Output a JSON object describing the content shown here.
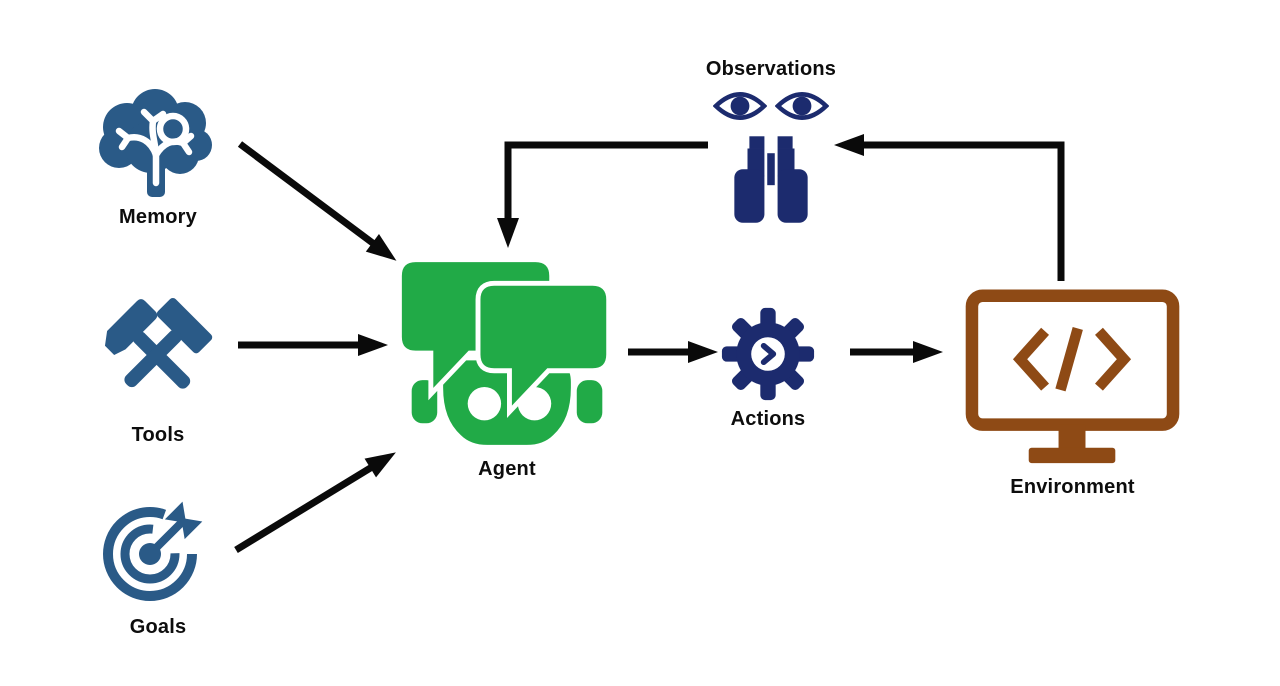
{
  "colors": {
    "blue": "#2A5A87",
    "navy": "#1C2B6E",
    "green": "#21AA47",
    "brown": "#8E4A15",
    "arrow": "#0A0A0A",
    "label": "#0D0D0D",
    "bg": "#FFFFFF"
  },
  "nodes": {
    "memory": {
      "label": "Memory",
      "icon": "brain-icon"
    },
    "tools": {
      "label": "Tools",
      "icon": "crossed-hammers-icon"
    },
    "goals": {
      "label": "Goals",
      "icon": "target-dart-icon"
    },
    "agent": {
      "label": "Agent",
      "icon": "robot-chat-icon"
    },
    "actions": {
      "label": "Actions",
      "icon": "gear-chevron-icon"
    },
    "environment": {
      "label": "Environment",
      "icon": "code-monitor-icon"
    },
    "observations": {
      "label": "Observations",
      "icon": "eyes-binoculars-icon"
    }
  },
  "edges": [
    {
      "from": "memory",
      "to": "agent"
    },
    {
      "from": "tools",
      "to": "agent"
    },
    {
      "from": "goals",
      "to": "agent"
    },
    {
      "from": "agent",
      "to": "actions"
    },
    {
      "from": "actions",
      "to": "environment"
    },
    {
      "from": "environment",
      "to": "observations"
    },
    {
      "from": "observations",
      "to": "agent"
    }
  ]
}
